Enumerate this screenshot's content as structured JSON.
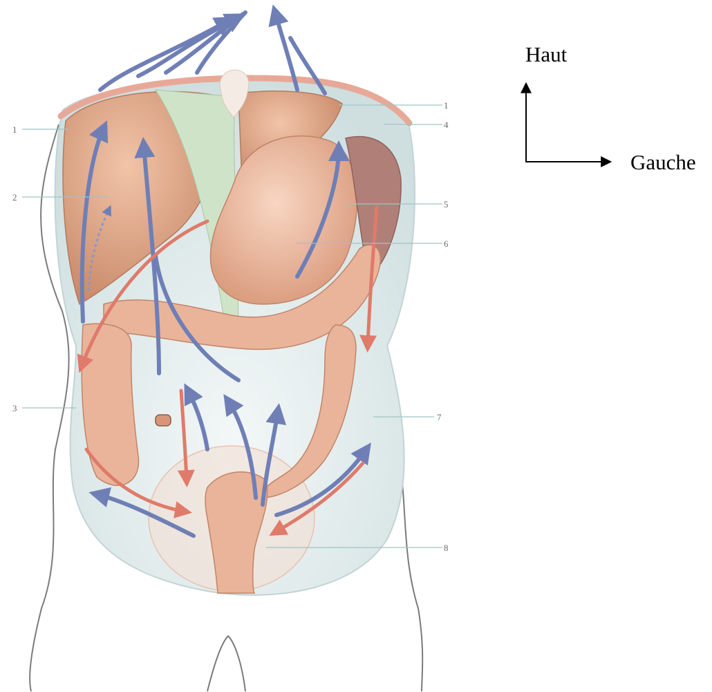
{
  "orientation": {
    "up_label": "Haut",
    "left_label": "Gauche"
  },
  "callouts": {
    "c1_left": "1",
    "c1_right": "1",
    "c2": "2",
    "c3": "3",
    "c4": "4",
    "c5": "5",
    "c6": "6",
    "c7": "7",
    "c8": "8"
  },
  "colors": {
    "blue_arrow": "#6f7fb6",
    "red_arrow": "#e07a6a",
    "organ": "#e8b090",
    "peritoneum": "#d7e6e6",
    "diaphragm_edge": "#e8a898"
  }
}
